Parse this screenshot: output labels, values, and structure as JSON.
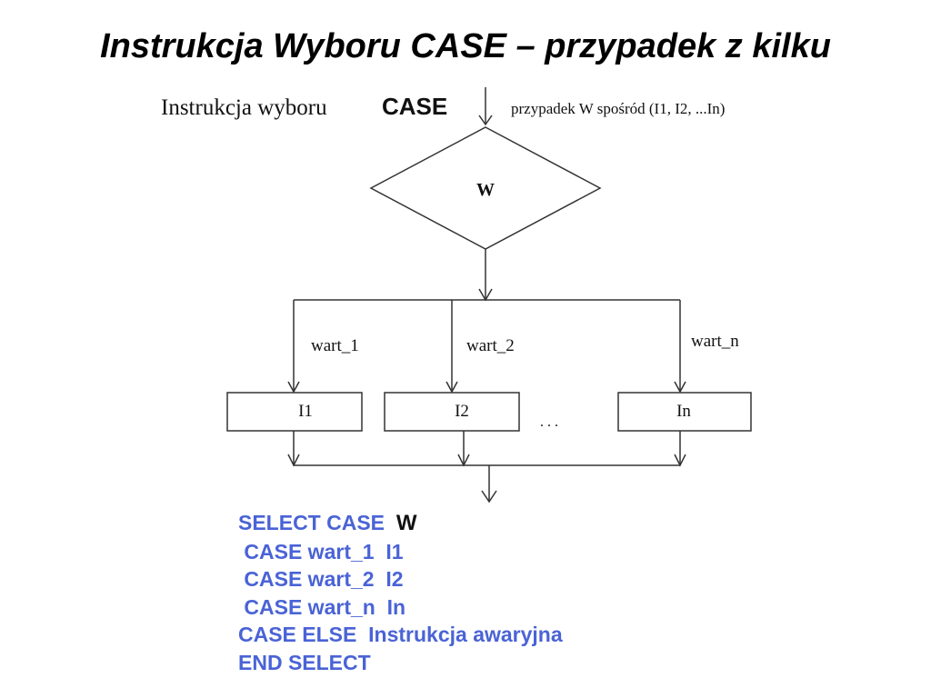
{
  "slide": {
    "title": "Instrukcja Wyboru CASE – przypadek z kilku"
  },
  "diagram": {
    "header_text": "Instrukcja wyboru",
    "header_case": "CASE",
    "header_note": "przypadek W spośród (I1, I2, ...In)",
    "decision_label": "W",
    "branch_labels": [
      "wart_1",
      "wart_2",
      "wart_n"
    ],
    "box_labels": [
      "I1",
      "I2",
      "In"
    ],
    "ellipsis": ". . ."
  },
  "code": {
    "select_line": "SELECT CASE",
    "select_var": "W",
    "case_lines": [
      " CASE wart_1  I1",
      " CASE wart_2  I2",
      " CASE wart_n  In",
      "CASE ELSE  Instrukcja awaryjna",
      "END SELECT"
    ]
  },
  "colors": {
    "code_blue": "#4a63d6",
    "text_black": "#111111"
  }
}
